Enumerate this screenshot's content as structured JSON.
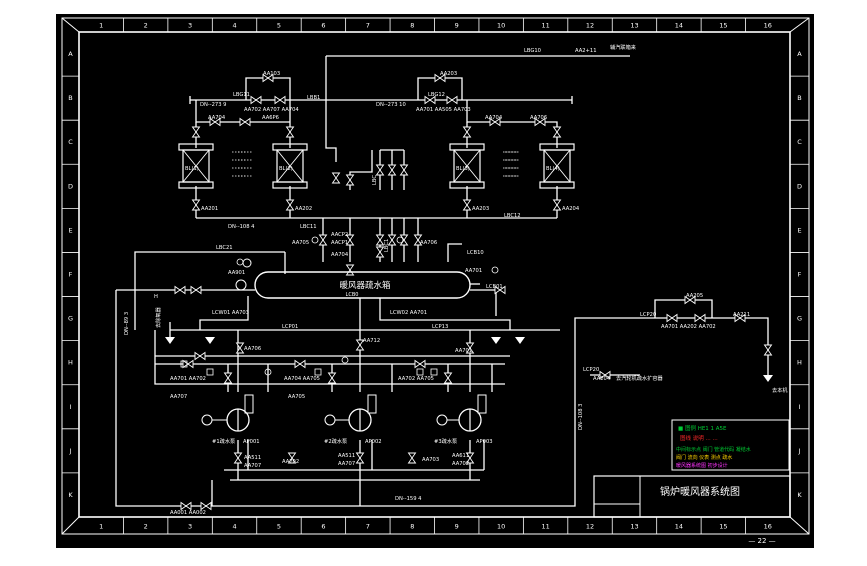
{
  "title_block": {
    "title": "锅炉暖风器系统图",
    "page_number": "— 22 —"
  },
  "grid": {
    "columns": [
      "1",
      "2",
      "3",
      "4",
      "5",
      "6",
      "7",
      "8",
      "9",
      "10",
      "11",
      "12",
      "13",
      "14",
      "15",
      "16"
    ],
    "rows": [
      "A",
      "B",
      "C",
      "D",
      "E",
      "F",
      "G",
      "H",
      "I",
      "J",
      "K"
    ]
  },
  "labels": {
    "lbg10": "LBG10",
    "aa_top": "AA2+11",
    "heat_source": "辅汽联箱来",
    "lbg11": "LBG11",
    "lbg12": "LBG12",
    "lbl1": "LBB1",
    "aa103": "AA103",
    "aa203": "AA203",
    "dn_left": "DN--273 9",
    "dn_right": "DN--273 10",
    "aa_row_left": "AA702 AA707 AA704",
    "aa_row_right": "AA701 AA505 AA703",
    "aa704": "AA704",
    "aa706": "AA706",
    "aa_gp6": "AA6P6",
    "aa704_r": "AA704",
    "heater_1": "BL(1)",
    "heater_2": "BL(2)",
    "heater_3": "BL(3)",
    "heater_4": "BL(4)",
    "v_aa201": "AA201",
    "v_aa202": "AA202",
    "v_aa203": "AA203",
    "v_aa204": "AA204",
    "dn_mid": "DN--108 4",
    "lbc11": "LBC11",
    "lbc12": "LBC12",
    "lbc21": "LBC21",
    "aa2": "AA2",
    "aa_cp2": "AACP2",
    "aa_cp1": "AACP1",
    "aa_left_mid": "AA705",
    "aa_mid_v": "AA704",
    "aa706_mid": "AA706",
    "lbc_v": "LBC",
    "lbc_dot": "LBC1",
    "tank": "暖风器疏水箱",
    "tank_code": "LCB0",
    "lcb10": "LCB10",
    "aa701": "AA701",
    "aa901": "AA901",
    "lcb01": "LCB01",
    "lcp01": "LCP01",
    "lcp13": "LCP13",
    "lcw01": "LCW01 AA703",
    "lcw02": "LCW02 AA701",
    "h_label": "H",
    "h_vert": "去除氧器",
    "aa712": "AA712",
    "aa706_b": "AA706",
    "aa701_b": "AA701",
    "aa_r1": "AA701 AA702",
    "aa_r2": "AA704 AA705",
    "aa_r3": "AA702 AA705",
    "aa_r4": "AA705",
    "aa707": "AA707",
    "dn_vert": "DN--89 3",
    "pump_1": "#1疏水泵",
    "pump_2": "#2疏水泵",
    "pump_3": "#3疏水泵",
    "ap001": "AP001",
    "ap002": "AP002",
    "ap003": "AP003",
    "aa511_1": "AA511",
    "aa707_1": "AA707",
    "aa511_2": "AA511",
    "aa707_2": "AA707",
    "aa611_3": "AA611",
    "aa702_3": "AA702",
    "aa702_m": "AA702",
    "aa703_m": "AA703",
    "dn_bottom": "DN--159 4",
    "aa001": "AA001 AA002",
    "lcp20": "LCP20",
    "aa205": "AA205",
    "aa_row_r": "AA701 AA202 AA702",
    "aa211": "AA211",
    "lcp20b": "LCP20",
    "aa204r": "AA204",
    "to_steam": "去汽轮机疏水扩容器",
    "dn_vert_r": "DN--108 3",
    "to_unit": "去本机",
    "note_box_1": "■  图例    HE1 1 A5E",
    "note_box_2": "图线  说明  ...   ...",
    "note_box_3": "中间标示点 阀门 管道代码 凝结水",
    "note_box_4": "阀门 流向 仪表 测点 疏水",
    "note_box_5": "暖风器系统图 初步设计"
  },
  "colors": {
    "background": "#000000",
    "page": "#ffffff",
    "lines": "#ffffff",
    "legend_green": "#00cc33",
    "legend_red": "#ff2a2a",
    "legend_yellow": "#ffd400",
    "legend_magenta": "#ff33ff"
  }
}
